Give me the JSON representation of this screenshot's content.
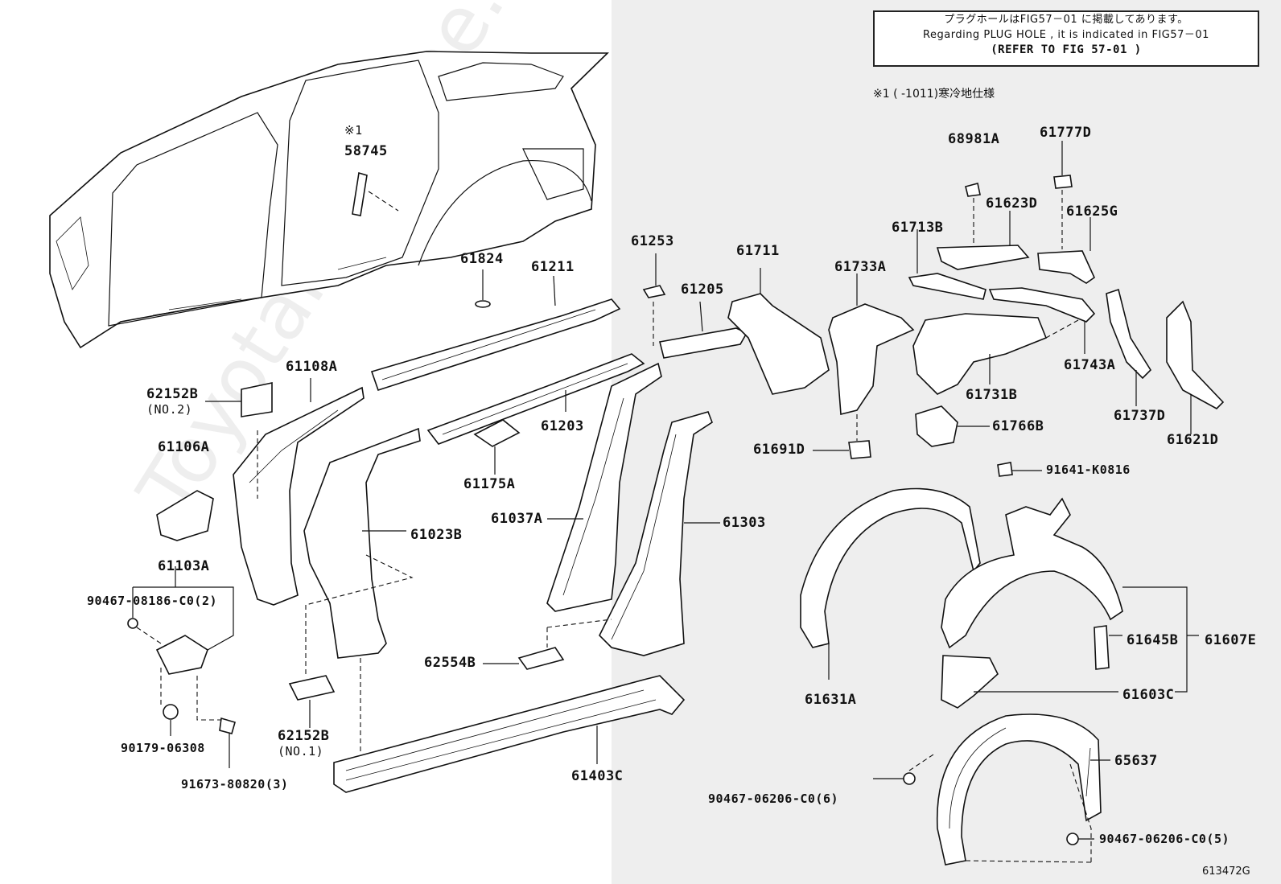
{
  "watermark": "ToyotaPartMine.ru",
  "note": {
    "line1": "プラグホールはFIG57－01 に掲載してあります。",
    "line2": "Regarding PLUG HOLE , it is indicated in FIG57－01",
    "line3": "(REFER TO FIG 57-01 )"
  },
  "spec_note": "※1 (     -1011)寒冷地仕様",
  "figure_id": "613472G",
  "labels": {
    "p58745_mark": "※1",
    "p58745": "58745",
    "p61824": "61824",
    "p61211": "61211",
    "p61253": "61253",
    "p61205": "61205",
    "p61711": "61711",
    "p61733A": "61733A",
    "p68981A": "68981A",
    "p61777D": "61777D",
    "p61623D": "61623D",
    "p61625G": "61625G",
    "p61713B": "61713B",
    "p61743A": "61743A",
    "p61731B": "61731B",
    "p61737D": "61737D",
    "p61621D": "61621D",
    "p61766B": "61766B",
    "p61691D": "61691D",
    "p91641": "91641-K0816",
    "p62152B_2": "62152B",
    "p62152B_2_sub": "(NO.2)",
    "p61108A": "61108A",
    "p61106A": "61106A",
    "p61203": "61203",
    "p61175A": "61175A",
    "p61037A": "61037A",
    "p61303": "61303",
    "p61023B": "61023B",
    "p61103A": "61103A",
    "p90467_08186": "90467-08186-C0(2)",
    "p62554B": "62554B",
    "p62152B_1": "62152B",
    "p62152B_1_sub": "(NO.1)",
    "p90179": "90179-06308",
    "p91673": "91673-80820(3)",
    "p61403C": "61403C",
    "p61631A": "61631A",
    "p61645B": "61645B",
    "p61607E": "61607E",
    "p61603C": "61603C",
    "p65637": "65637",
    "p90467_06206_6": "90467-06206-C0(6)",
    "p90467_06206_5": "90467-06206-C0(5)"
  }
}
